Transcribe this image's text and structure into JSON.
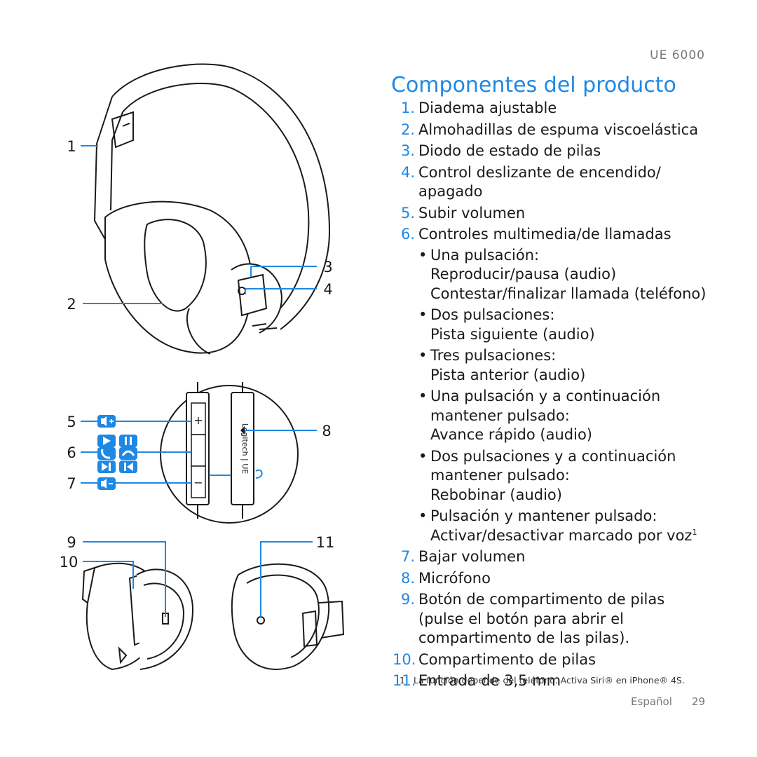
{
  "header": {
    "model": "UE 6000"
  },
  "section": {
    "title": "Componentes del producto"
  },
  "items": [
    {
      "num": "1.",
      "text": "Diadema ajustable"
    },
    {
      "num": "2.",
      "text": "Almohadillas de espuma viscoelástica"
    },
    {
      "num": "3.",
      "text": "Diodo de estado de pilas"
    },
    {
      "num": "4.",
      "text": "Control deslizante de encendido/ apagado"
    },
    {
      "num": "5.",
      "text": "Subir volumen"
    },
    {
      "num": "6.",
      "text": "Controles multimedia/de llamadas",
      "subitems": [
        {
          "bullet": "•",
          "lines": [
            "Una pulsación:",
            "Reproducir/pausa (audio)",
            "Contestar/finalizar llamada (teléfono)"
          ]
        },
        {
          "bullet": "•",
          "lines": [
            "Dos pulsaciones:",
            "Pista siguiente (audio)"
          ]
        },
        {
          "bullet": "•",
          "lines": [
            "Tres pulsaciones:",
            "Pista anterior (audio)"
          ]
        },
        {
          "bullet": "•",
          "lines": [
            "Una pulsación y a continuación mantener pulsado:",
            "Avance rápido (audio)"
          ]
        },
        {
          "bullet": "•",
          "lines": [
            "Dos pulsaciones y a continuación mantener pulsado:",
            "Rebobinar (audio)"
          ]
        },
        {
          "bullet": "•",
          "lines": [
            "Pulsación y mantener pulsado:",
            "Activar/desactivar marcado por voz"
          ],
          "sup": "1"
        }
      ]
    },
    {
      "num": "7.",
      "text": "Bajar volumen"
    },
    {
      "num": "8.",
      "text": "Micrófono"
    },
    {
      "num": "9.",
      "text": "Botón de compartimento de pilas (pulse el botón para abrir el compartimento de las pilas)."
    },
    {
      "num": "10.",
      "text": "Compartimento de pilas"
    },
    {
      "num": "11.",
      "text": "Entrada de 3,5 mm"
    }
  ],
  "footnote": {
    "mark": "1",
    "text": "La función depende del teléfono. Activa Siri® en iPhone® 4S."
  },
  "footer": {
    "language": "Español",
    "page": "29"
  },
  "diagram": {
    "callouts": {
      "c1": "1",
      "c2": "2",
      "c3": "3",
      "c4": "4",
      "c5": "5",
      "c6": "6",
      "c7": "7",
      "c8": "8",
      "c9": "9",
      "c10": "10",
      "c11": "11"
    },
    "remote_brand": "Logitech | UE",
    "plus_symbol": "+",
    "minus_symbol": "−"
  },
  "colors": {
    "accent": "#1e88e5",
    "text": "#1a1a1a",
    "muted": "#777777"
  }
}
